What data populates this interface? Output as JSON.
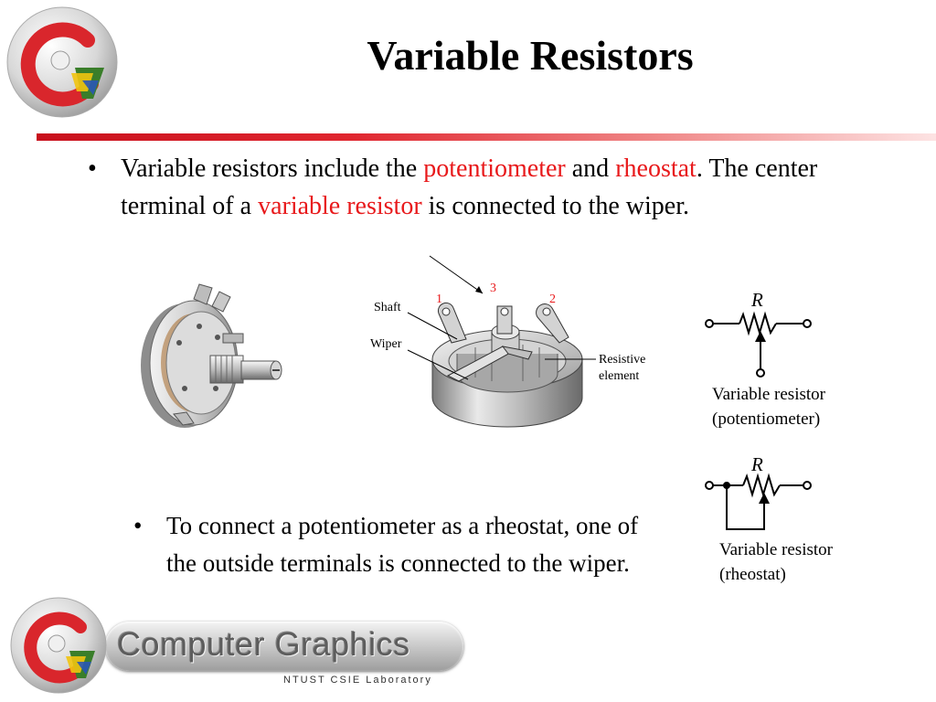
{
  "title": "Variable Resistors",
  "bullets": {
    "first": {
      "marker": "•",
      "t1": "Variable resistors include the ",
      "h1": "potentiometer",
      "t2": " and ",
      "h2": "rheostat",
      "t3": ". The center terminal of a ",
      "h3": "variable resistor",
      "t4": " is connected to the wiper."
    },
    "second": {
      "marker": "•",
      "text": "To connect a potentiometer as a rheostat, one of the outside terminals is connected to the wiper."
    }
  },
  "diagram": {
    "shaft_label": "Shaft",
    "wiper_label": "Wiper",
    "resistive_label_1": "Resistive",
    "resistive_label_2": "element",
    "terminal_1": "1",
    "terminal_2": "2",
    "terminal_3": "3"
  },
  "symbols": {
    "potentiometer": {
      "r": "R",
      "caption_1": "Variable resistor",
      "caption_2": "(potentiometer)"
    },
    "rheostat": {
      "r": "R",
      "caption_1": "Variable resistor",
      "caption_2": "(rheostat)"
    }
  },
  "footer": {
    "logo_text": "Computer Graphics",
    "logo_subtitle": "NTUST CSIE Laboratory"
  },
  "colors": {
    "highlight": "#e8191b",
    "rule_start": "#c8101c",
    "logo_red": "#d9262c"
  }
}
